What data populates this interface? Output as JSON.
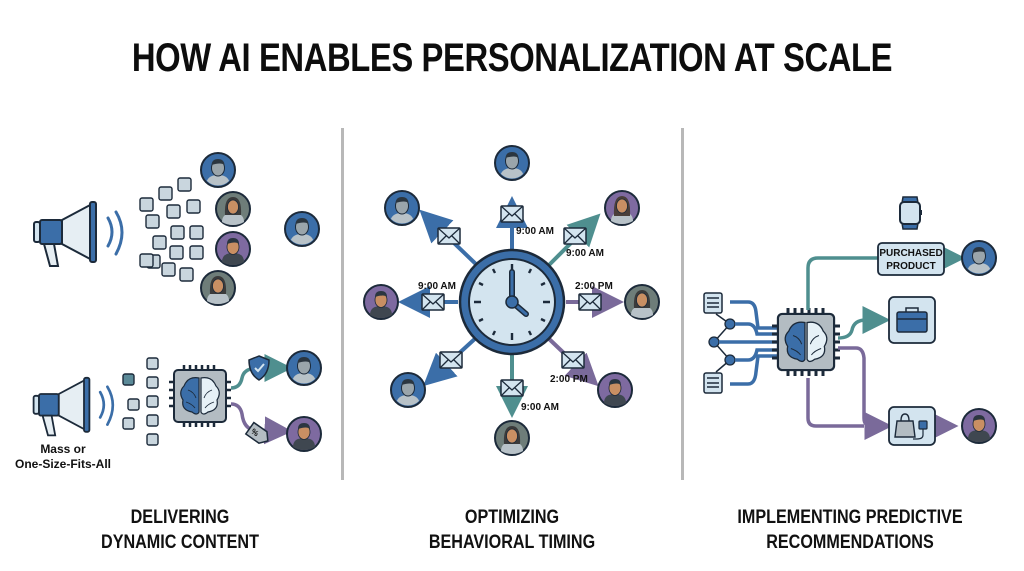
{
  "title": "HOW AI ENABLES PERSONALIZATION AT SCALE",
  "colors": {
    "navy": "#1f3a5f",
    "blue": "#3b6ea8",
    "teal": "#4f8f8f",
    "purple": "#7a6a9a",
    "light_blue": "#d3e4ef",
    "gray_tile": "#c9d6de",
    "divider": "#b8b8b8"
  },
  "panels": [
    {
      "id": "dynamic-content",
      "caption_line1": "DELIVERING",
      "caption_line2": "DYNAMIC CONTENT",
      "mass_label_line1": "Mass or",
      "mass_label_line2": "One-Size-Fits-All",
      "icons": [
        "megaphone-icon",
        "ai-chip-brain-icon",
        "shield-check-icon",
        "discount-tag-icon",
        "user-avatar-icon"
      ]
    },
    {
      "id": "behavioral-timing",
      "caption_line1": "OPTIMIZING",
      "caption_line2": "BEHAVIORAL TIMING",
      "times": {
        "top": "9:00 AM",
        "top_right": "9:00 AM",
        "left": "9:00 AM",
        "right": "2:00 PM",
        "bottom_right": "2:00 PM",
        "bottom": "9:00 AM"
      },
      "icons": [
        "clock-icon",
        "envelope-icon",
        "user-avatar-icon"
      ]
    },
    {
      "id": "predictive-recommendations",
      "caption_line1": "IMPLEMENTING PREDICTIVE",
      "caption_line2": "RECOMMENDATIONS",
      "purchased_label_line1": "PURCHASED",
      "purchased_label_line2": "PRODUCT",
      "icons": [
        "smartwatch-icon",
        "toolbox-icon",
        "shopping-bag-charger-icon",
        "document-icon",
        "ai-chip-brain-icon",
        "user-avatar-icon"
      ]
    }
  ]
}
